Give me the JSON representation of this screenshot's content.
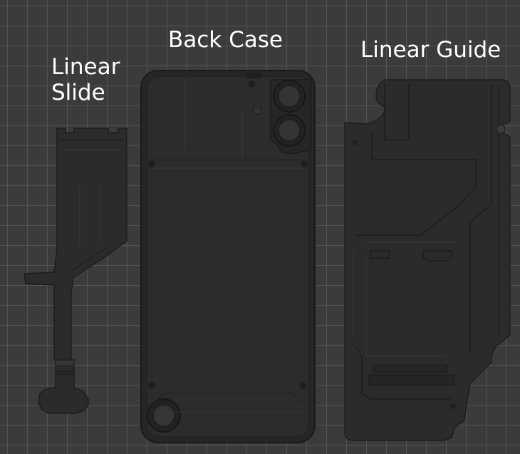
{
  "labels": {
    "linear_slide": "Linear Slide",
    "back_case": "Back Case",
    "linear_guide": "Linear Guide"
  },
  "colors": {
    "background": "#3b3b3b",
    "grid_line": "#545454",
    "part_fill": "#2b2b2b",
    "part_edge": "#1f1f1f",
    "label_text": "#ffffff"
  }
}
